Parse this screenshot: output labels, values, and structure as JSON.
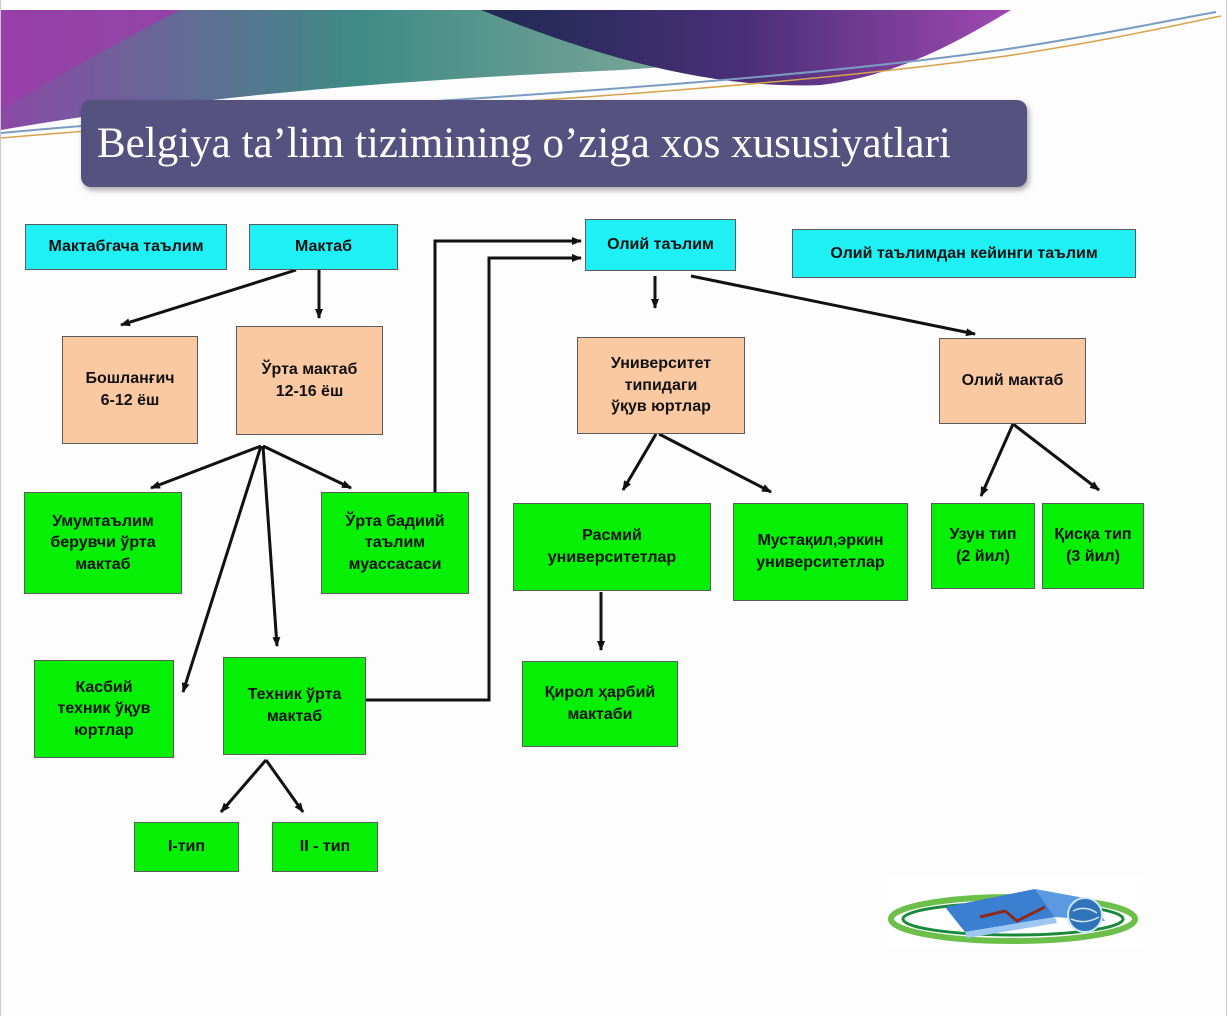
{
  "title": "Belgiya ta’lim tizimining o’ziga xos xususiyatlari",
  "colors": {
    "title_bg": "#565280",
    "cyan_box": "#1ef0f4",
    "peach_box": "#fac9a1",
    "green_box": "#05f005"
  },
  "boxes": {
    "preschool": "Мактабгача таълим",
    "school": "Мактаб",
    "higher": "Олий таълим",
    "postgraduate": "Олий таълимдан  кейинги таълим",
    "primary": "Бошланғич\n6-12 ёш",
    "secondary": "Ўрта мактаб\n12-16 ёш",
    "general_secondary": "Умумтаълим\nберувчи ўрта\nмактаб",
    "art_secondary": "Ўрта бадиий\nтаълим\nмуассасаси",
    "vocational": "Касбий\nтехник  ўқув\nюртлар",
    "technical_secondary": "Техник ўрта\nмактаб",
    "type_one": "I-тип",
    "type_two": "II - тип",
    "university_type": "Университет\nтипидаги\nўқув юртлар",
    "higher_school": "Олий мактаб",
    "official_universities": "Расмий\nуниверситетлар",
    "independent_universities": "Мустақил,эркин\nуниверситетлар",
    "royal_military": "Қирол ҳарбий\nмактаби",
    "long_type": "Узун тип\n(2 йил)",
    "short_type": "Қисқа тип\n(3 йил)"
  },
  "logo_icon": "education-globe-book-logo"
}
